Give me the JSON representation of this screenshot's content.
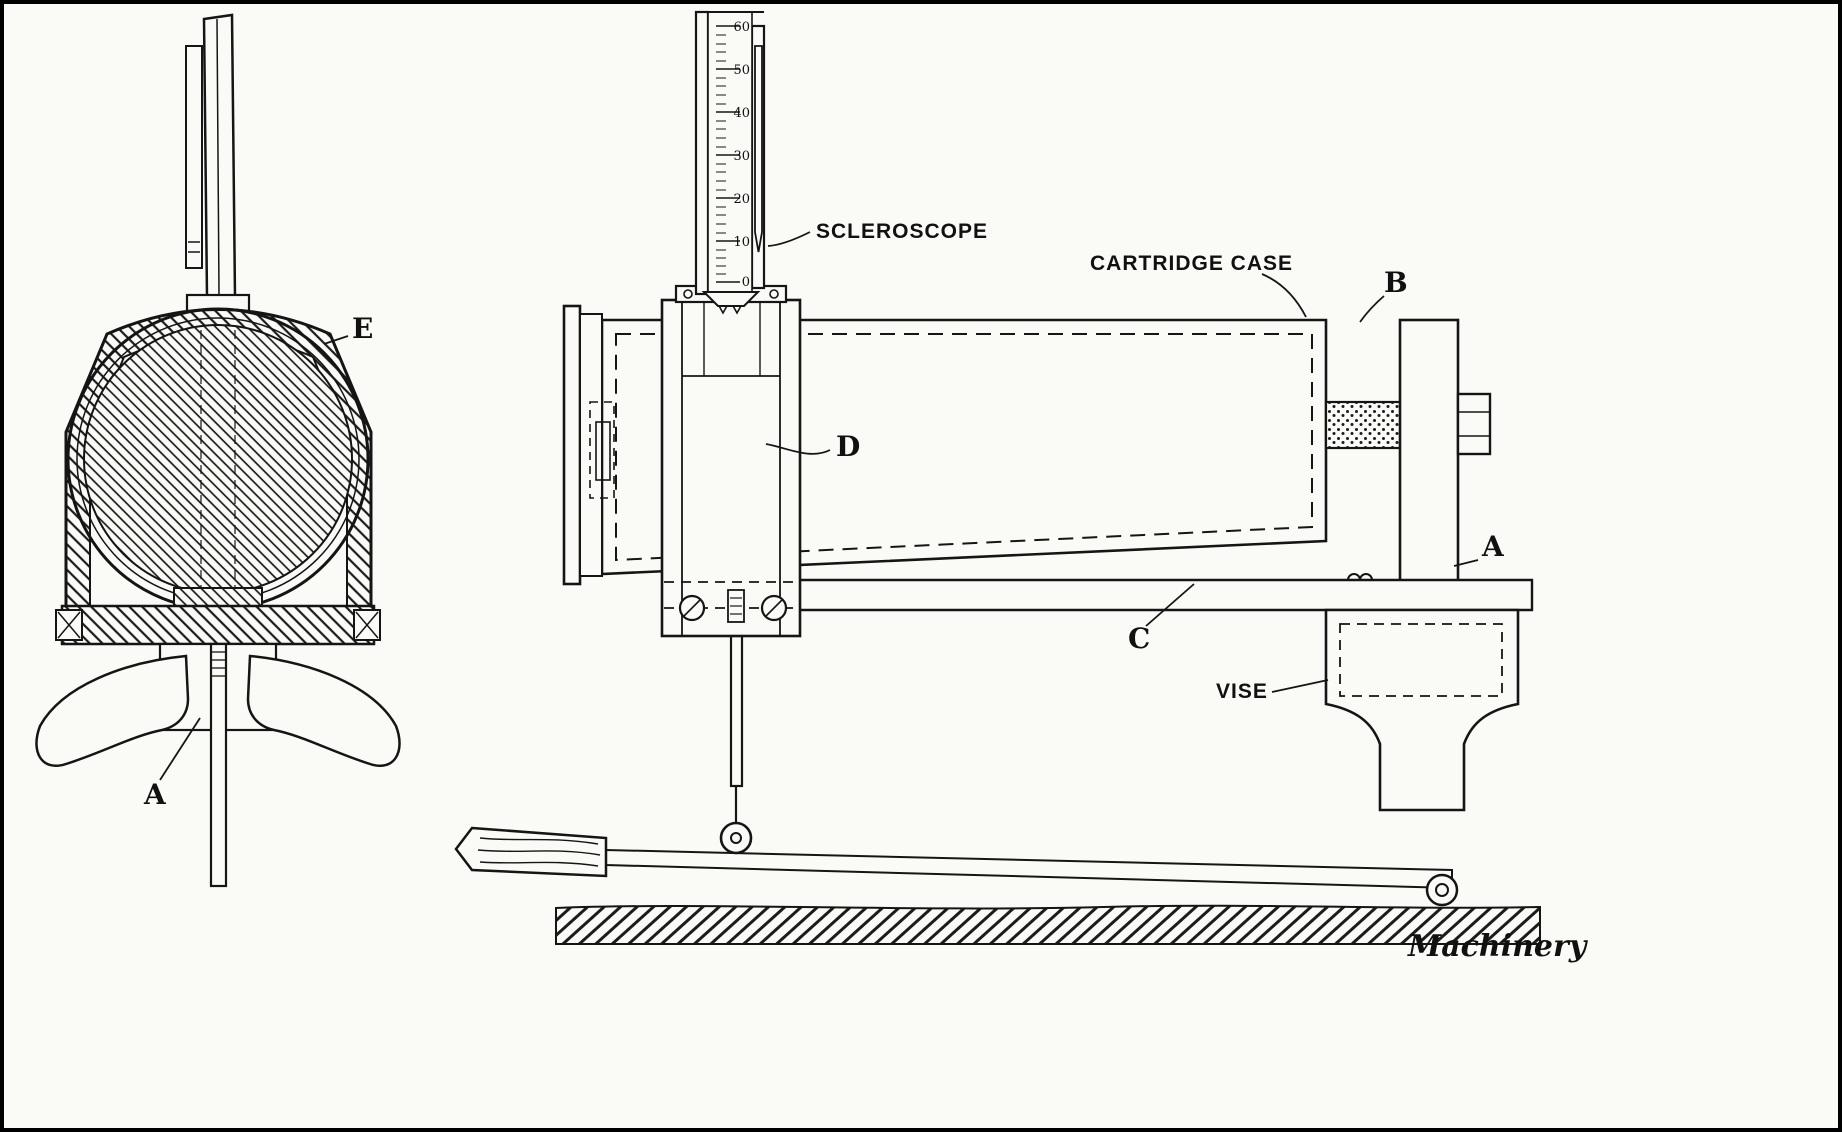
{
  "diagram": {
    "credit": "Machinery",
    "left_view": {
      "labels": {
        "shell": "E",
        "foot": "A"
      }
    },
    "right_view": {
      "labels": {
        "scleroscope": "SCLEROSCOPE",
        "cartridge_case": "CARTRIDGE CASE",
        "bracket": "B",
        "clamp_block": "D",
        "support": "A",
        "bar": "C",
        "vise": "VISE"
      },
      "scale_ticks": [
        "60",
        "50",
        "40",
        "30",
        "20",
        "10",
        "0"
      ]
    }
  }
}
